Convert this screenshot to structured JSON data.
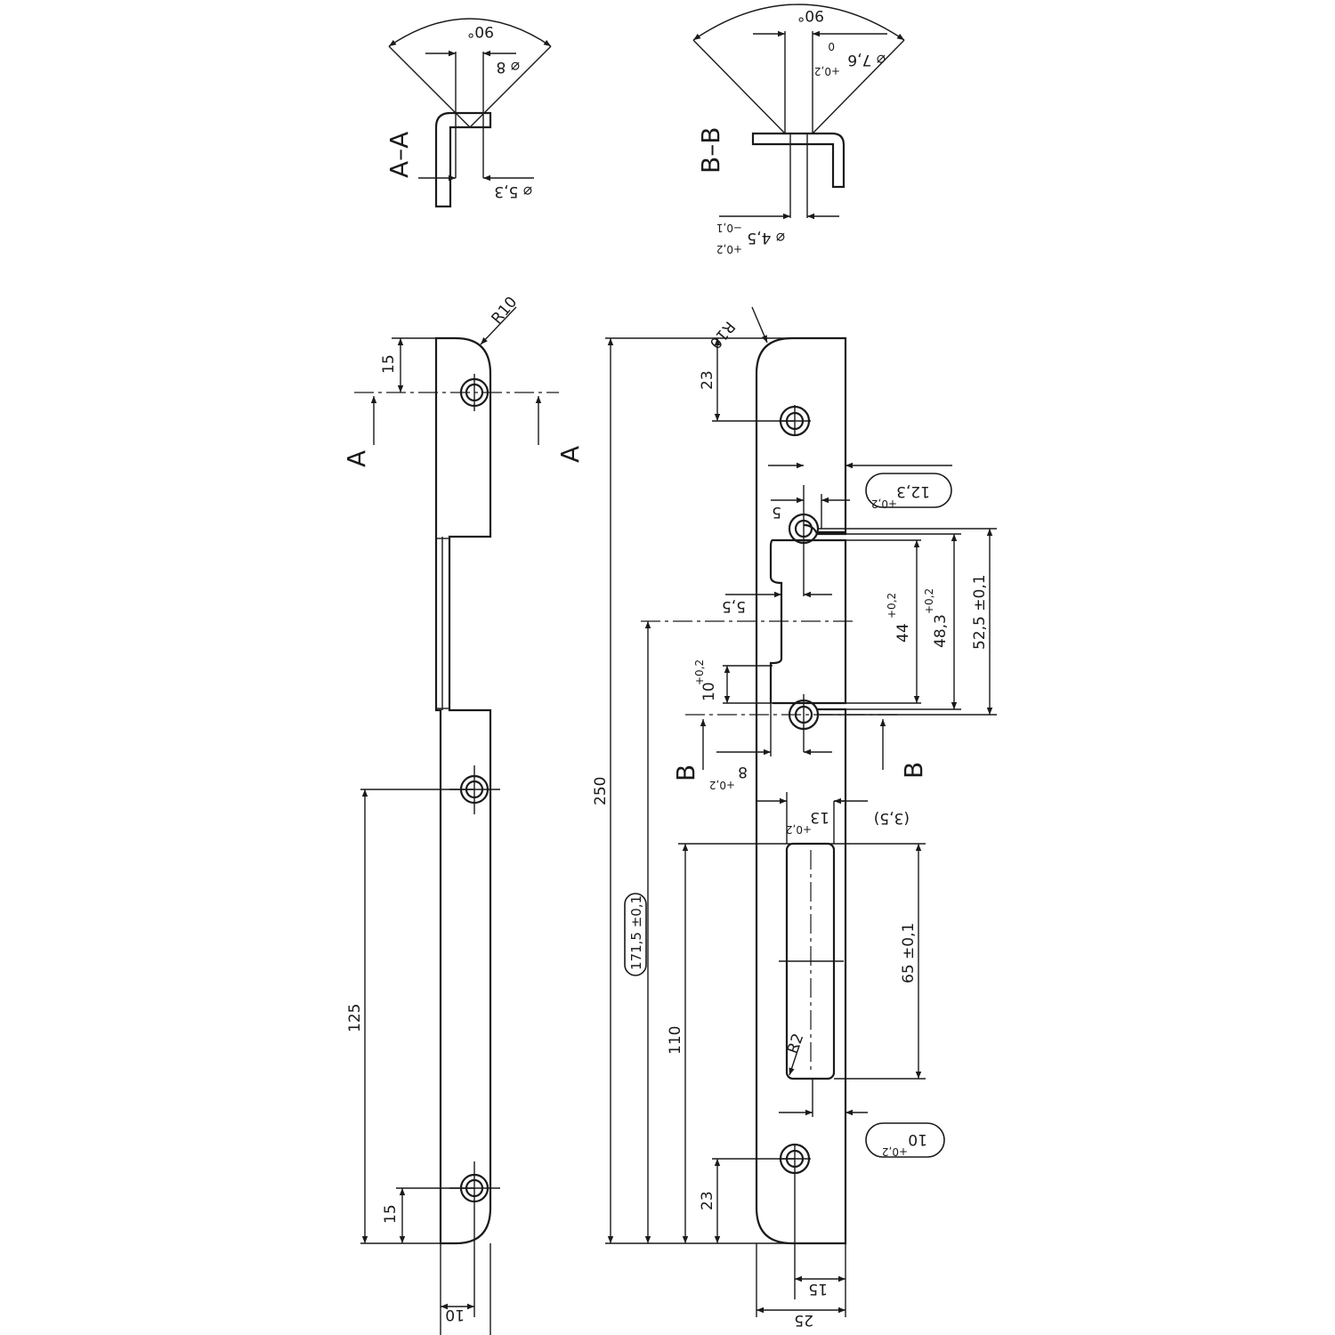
{
  "section_aa": {
    "title": "A–A",
    "angle": "90°",
    "dia_top": "⌀ 8",
    "dia_bottom": "⌀ 5,3"
  },
  "section_bb": {
    "title": "B–B",
    "angle": "90°",
    "dia_top": "⌀ 7,6",
    "dia_top_tol_upper": "+0,2",
    "dia_top_tol_lower": "0",
    "dia_bottom": "⌀ 4,5",
    "dia_bottom_tol_upper": "+0,2",
    "dia_bottom_tol_lower": "−0,1"
  },
  "side_view": {
    "radius": "R10",
    "top_offset": "15",
    "cut_label_left": "A",
    "cut_label_right": "A",
    "hole_spacing": "125",
    "bottom_offset": "15",
    "hole_inset": "10",
    "width": "15"
  },
  "front_view": {
    "radius_top": "R10",
    "top_offset": "23",
    "overall_length": "250",
    "cutout_depth": "12,3",
    "cutout_depth_tol": "+0,2",
    "hole_inset": "5",
    "step": "5,5",
    "cutout_h1": "44",
    "cutout_h1_tol": "+0,2",
    "cutout_h2": "48,3",
    "cutout_h2_tol": "+0,2",
    "hole_spacing": "52,5 ±0,1",
    "lip": "10",
    "lip_tol": "+0,2",
    "cut_label_left": "B",
    "cut_label_right": "B",
    "edge_dist": "8",
    "edge_dist_tol": "+0,2",
    "slot_width": "13",
    "slot_width_tol": "+0,2",
    "slot_offset": "(3,5)",
    "center_height": "171,5 ±0,1",
    "slot_bottom": "110",
    "slot_length": "65 ±0,1",
    "slot_radius": "R2",
    "slot_edge": "10",
    "slot_edge_tol": "+0,2",
    "bottom_offset": "23",
    "bottom_hole_inset": "15",
    "width": "25"
  }
}
